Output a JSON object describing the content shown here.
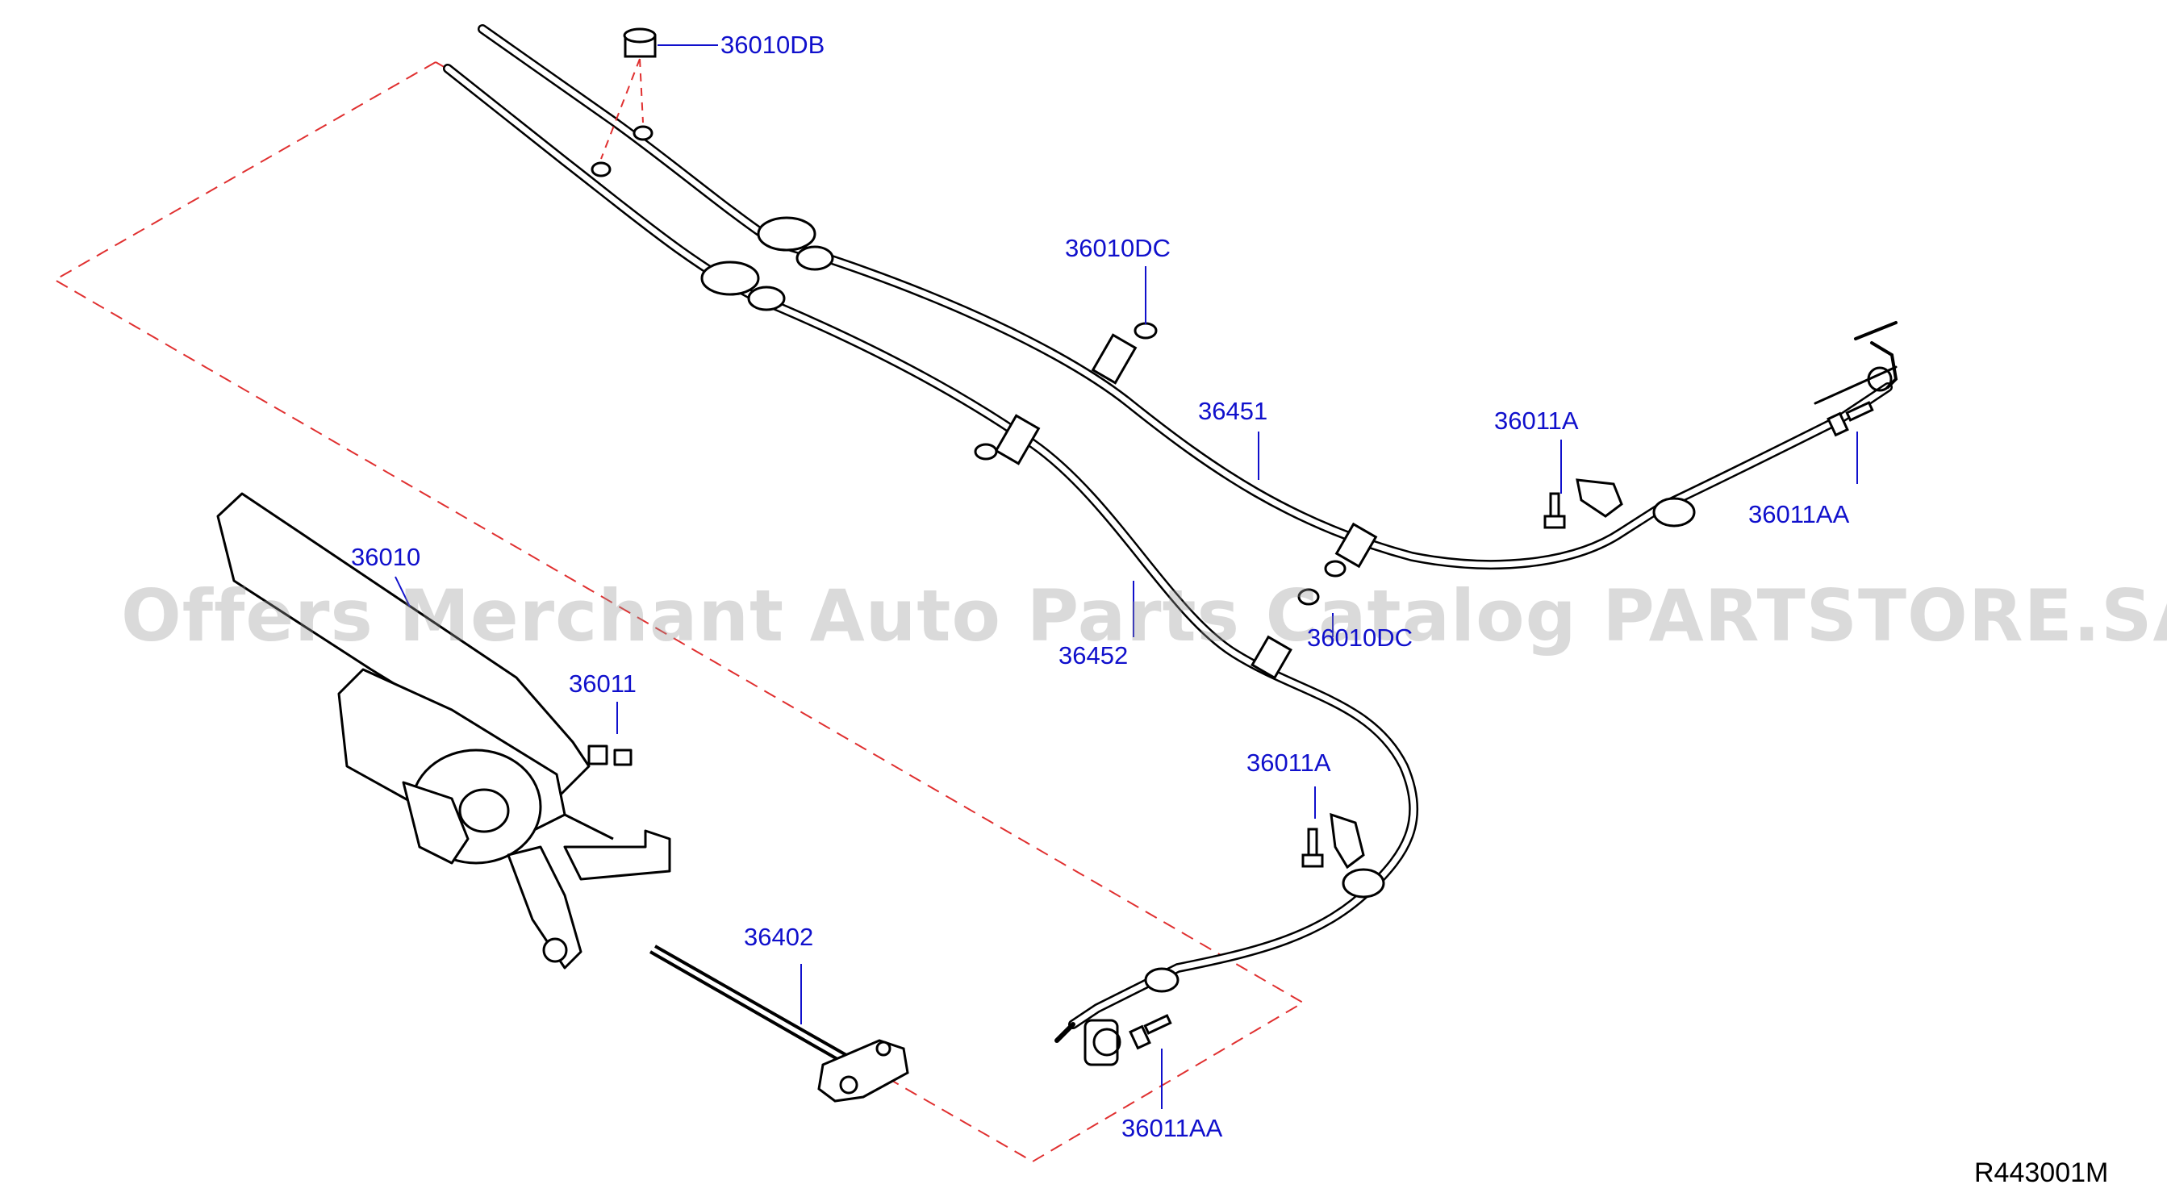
{
  "diagram": {
    "reference_code": "R443001M",
    "watermark": "Offers Merchant Auto Parts Catalog PARTSTORE.SA",
    "part_labels": {
      "p36010DB": "36010DB",
      "p36010DC_upper": "36010DC",
      "p36451": "36451",
      "p36011A_right": "36011A",
      "p36011AA_right": "36011AA",
      "p36010": "36010",
      "p36011": "36011",
      "p36452": "36452",
      "p36010DC_lower": "36010DC",
      "p36011A_lower": "36011A",
      "p36402": "36402",
      "p36011AA_lower": "36011AA"
    },
    "colors": {
      "line": "#000000",
      "leader": "#1010cc",
      "callout_text": "#1010cc",
      "dashed_outline": "#e03030"
    }
  }
}
